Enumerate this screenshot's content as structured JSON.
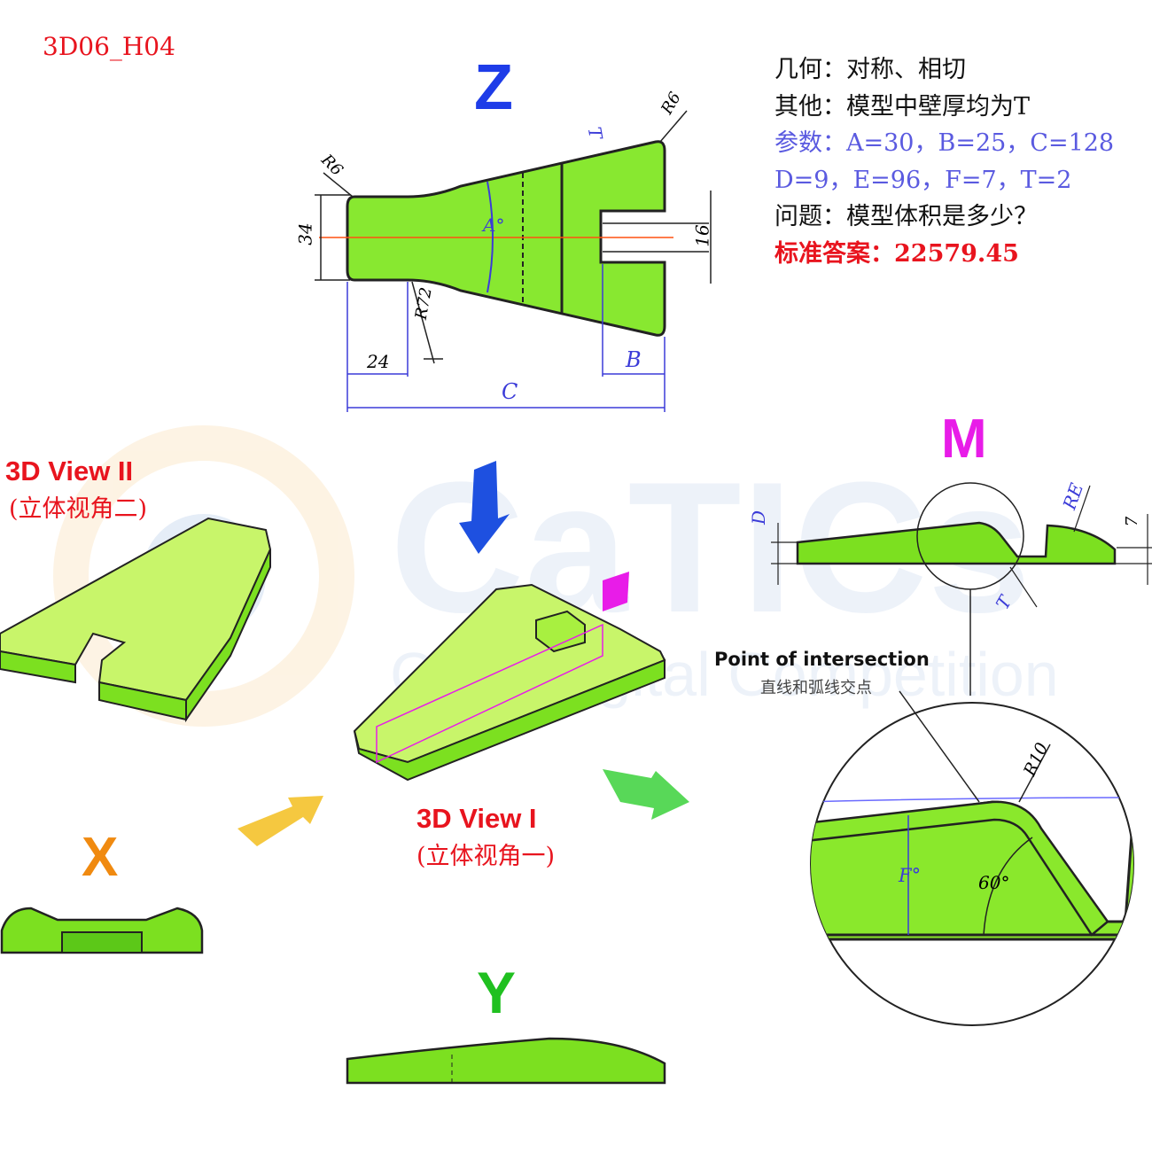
{
  "drawing_id": "3D06_H04",
  "watermark": {
    "brand": "CaTICs",
    "subtitle": "CAD Digital Competition"
  },
  "info": {
    "geometry": "几何：对称、相切",
    "other": "其他：模型中壁厚均为T",
    "params_line1": "参数：A=30，B=25，C=128",
    "params_line2": "D=9，E=96，F=7，T=2",
    "question": "问题：模型体积是多少？",
    "answer": "标准答案：22579.45"
  },
  "views": {
    "z_label": "Z",
    "m_label": "M",
    "x_label": "X",
    "y_label": "Y",
    "view1_title": "3D View I",
    "view1_sub": "(立体视角一)",
    "view2_title": "3D View II",
    "view2_sub": "(立体视角二)"
  },
  "dimensions": {
    "r6_left": "R6",
    "r6_right": "R6",
    "t_top": "T",
    "a_angle": "A°",
    "d34": "34",
    "d16": "16",
    "r72": "R72",
    "d24": "24",
    "b": "B",
    "c": "C",
    "m_d": "D",
    "m_re": "RE",
    "m_7": "7",
    "m_t": "T",
    "detail_r10": "R10",
    "detail_f": "F°",
    "detail_60": "60°"
  },
  "detail": {
    "title": "Point of intersection",
    "subtitle": "直线和弧线交点"
  },
  "colors": {
    "green": "#7ce020",
    "light_green": "#c8f56a",
    "red": "#e8141e",
    "blue": "#3b3bd8",
    "magenta": "#e81ce8"
  }
}
